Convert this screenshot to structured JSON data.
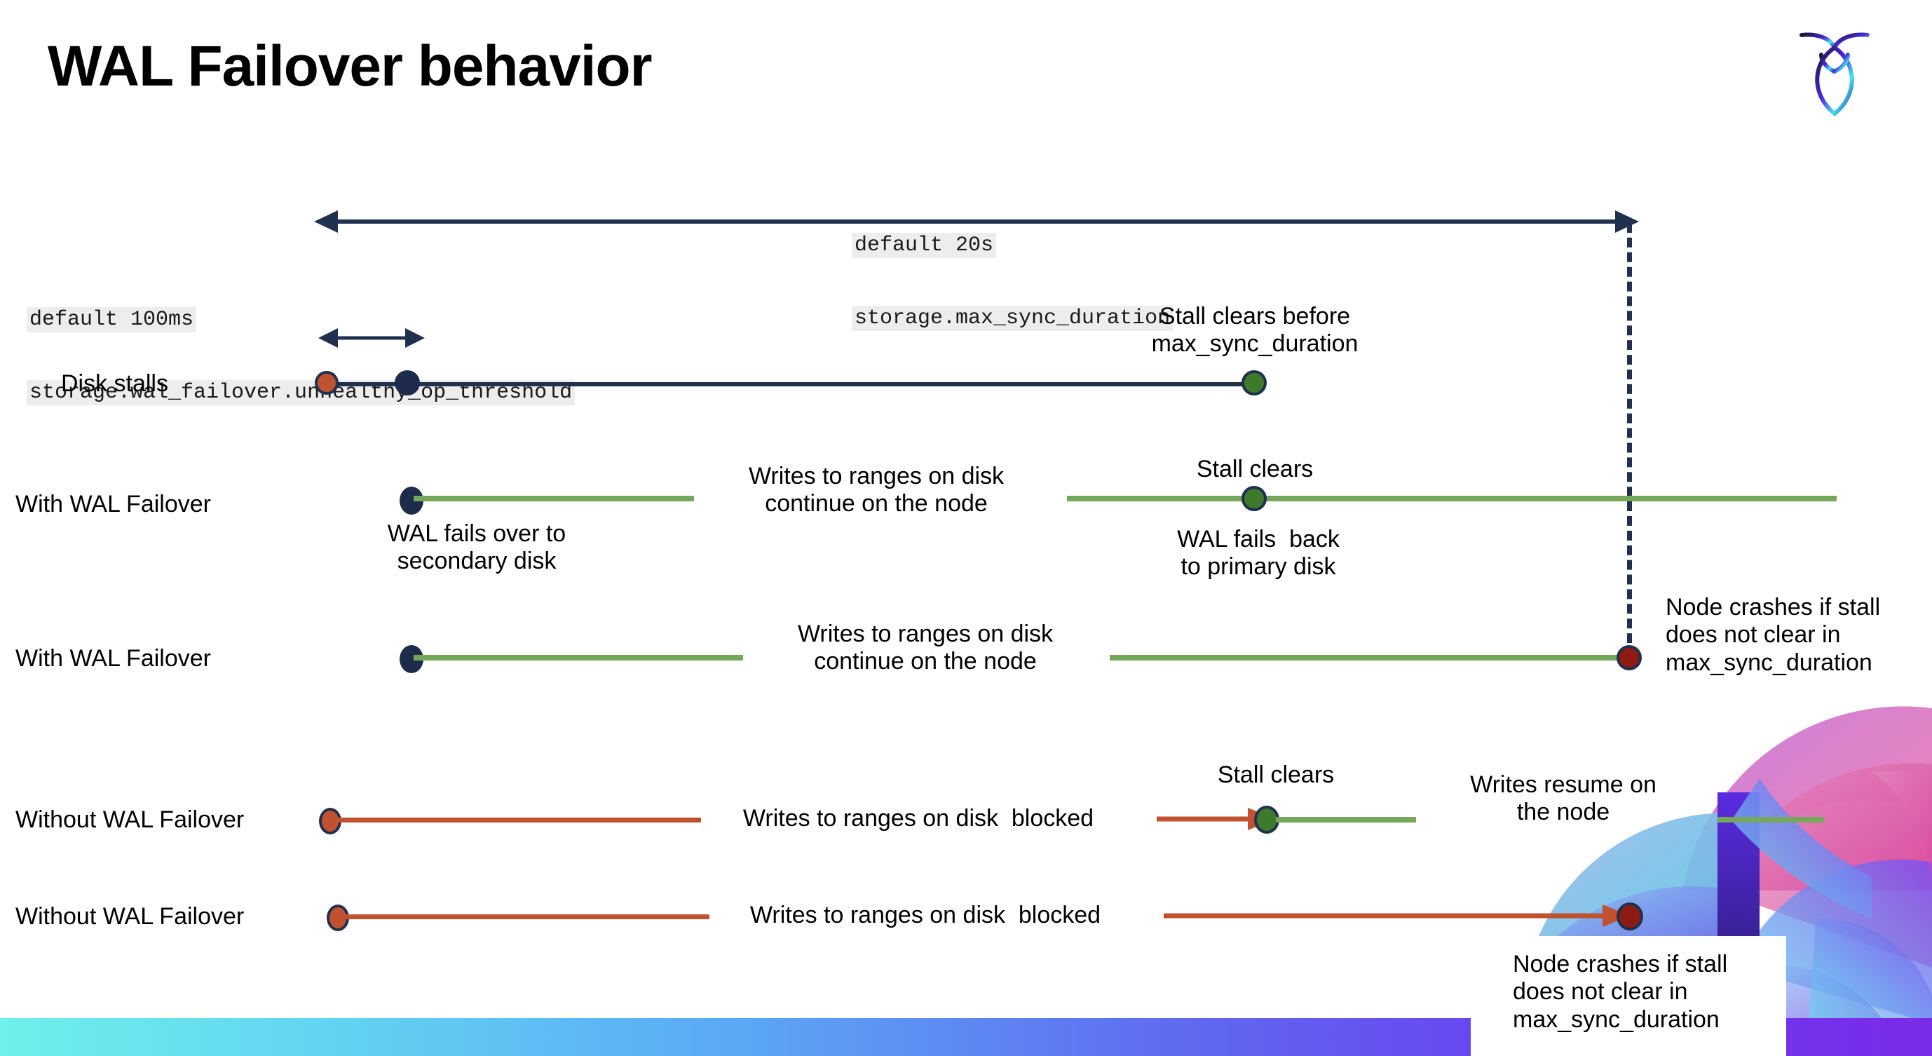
{
  "slide": {
    "title": "WAL Failover behavior",
    "logo_icon": "cockroach-labs-logo-icon",
    "accent_colors": {
      "navy": "#20304f",
      "green_line": "#74a75a",
      "green_dot": "#3f7a2c",
      "red_line": "#c0522f",
      "red_dot": "#c0522f",
      "dark_red_dot": "#8d1a13",
      "code_highlight": "#ededed",
      "bar_gradient_start": "#6FF0EA",
      "bar_gradient_end": "#7A2BE8"
    }
  },
  "settings": {
    "max_sync": {
      "default": "default 20s",
      "name": "storage.max_sync_duration"
    },
    "unhealthy_op": {
      "default": "default 100ms",
      "name": "storage.wal_failover.unhealthy_op_threshold"
    }
  },
  "rows": {
    "disk_stalls": {
      "label": "Disk stalls",
      "note": "Stall clears before\nmax_sync_duration"
    },
    "with_failover_clears": {
      "label": "With WAL Failover",
      "below_start": "WAL fails over to\nsecondary disk",
      "middle": "Writes to ranges on disk\ncontinue on the node",
      "above_clear": "Stall clears",
      "below_clear": "WAL fails  back\nto primary disk"
    },
    "with_failover_crash": {
      "label": "With WAL Failover",
      "middle": "Writes to ranges on disk\ncontinue on the node",
      "crash_note": "Node crashes if stall\ndoes not clear in\nmax_sync_duration"
    },
    "without_failover_clears": {
      "label": "Without WAL Failover",
      "middle": "Writes to ranges on disk  blocked",
      "above_clear": "Stall clears",
      "resume": "Writes resume on\nthe node"
    },
    "without_failover_crash": {
      "label": "Without WAL Failover",
      "middle": "Writes to ranges on disk  blocked",
      "crash_note": "Node crashes if stall\ndoes not clear in\nmax_sync_duration"
    }
  }
}
